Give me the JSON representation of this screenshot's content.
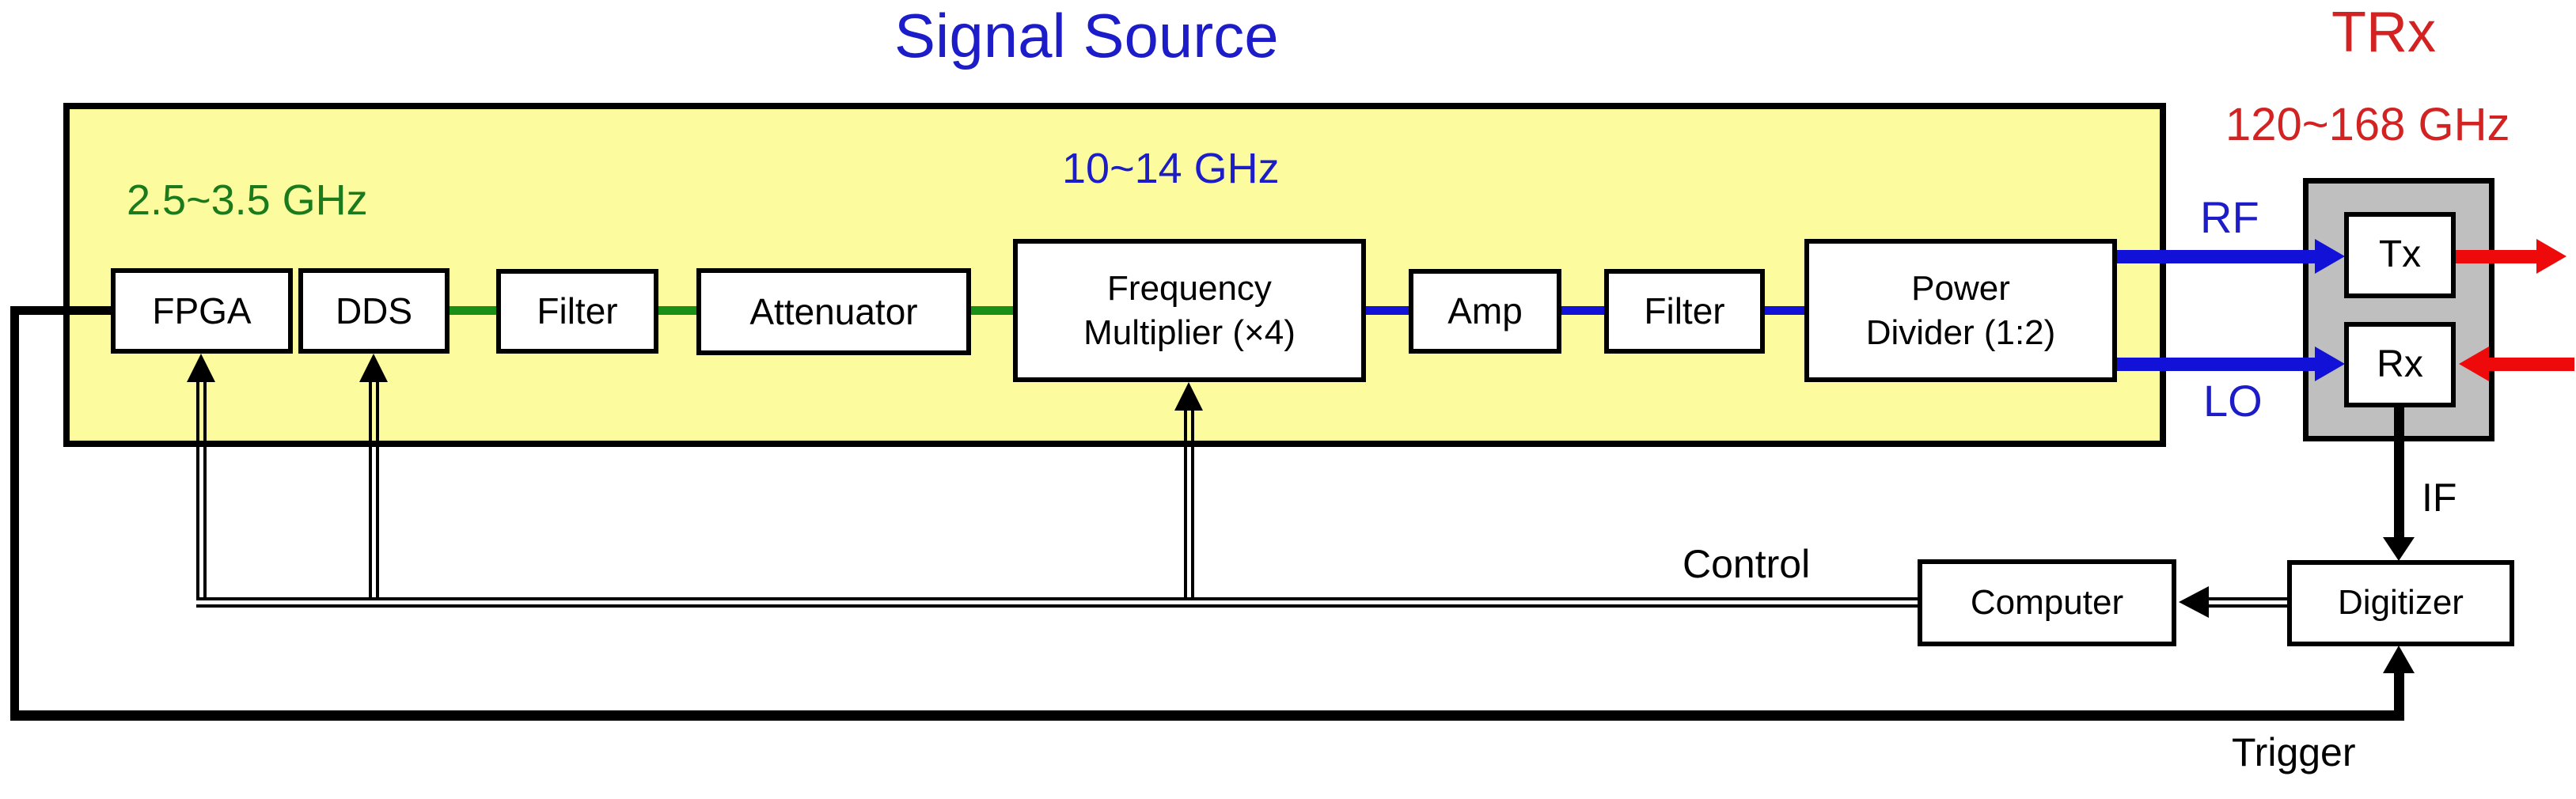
{
  "title": "Signal Source",
  "trx": {
    "title": "TRx",
    "freq_range": "120~168 GHz"
  },
  "signal_source": {
    "freq_low": "2.5~3.5 GHz",
    "freq_mid": "10~14 GHz",
    "blocks": {
      "fpga": "FPGA",
      "dds": "DDS",
      "filter1": "Filter",
      "attenuator": "Attenuator",
      "freq_multiplier": {
        "line1": "Frequency",
        "line2": "Multiplier (×4)"
      },
      "amp": "Amp",
      "filter2": "Filter",
      "power_divider": {
        "line1": "Power",
        "line2": "Divider (1:2)"
      }
    }
  },
  "trx_blocks": {
    "tx": "Tx",
    "rx": "Rx"
  },
  "acquisition": {
    "computer": "Computer",
    "digitizer": "Digitizer"
  },
  "signal_labels": {
    "rf": "RF",
    "lo": "LO",
    "if": "IF",
    "control": "Control",
    "trigger": "Trigger"
  },
  "colors": {
    "signal_source_fill": "#FCFC9E",
    "trx_fill": "#BFBFBF",
    "box_fill": "#FFFFFF",
    "blue_text": "#1C1CC8",
    "green_text": "#1B7A1B",
    "red_text": "#D32222",
    "green_connector": "#189018",
    "blue_arrow": "#1111D8",
    "red_arrow": "#EE0A0A",
    "line_black": "#000000"
  }
}
